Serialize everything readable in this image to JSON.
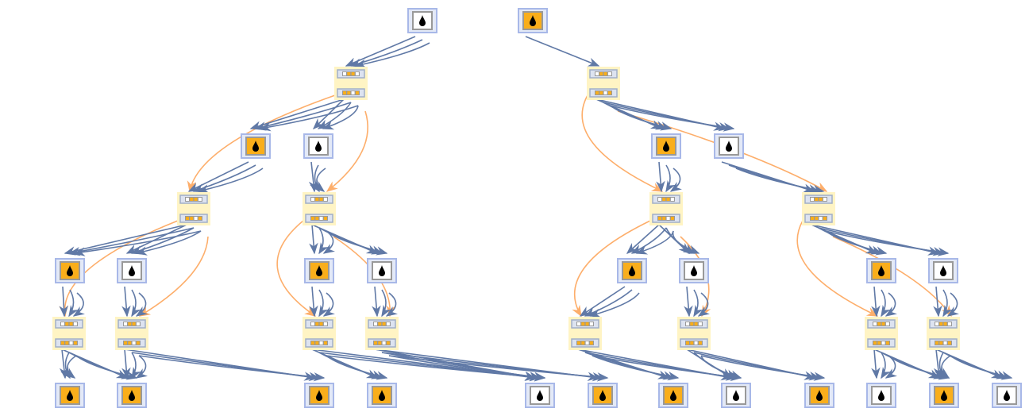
{
  "colors": {
    "cell_orange": "#F9AE1B",
    "cell_white": "#FFFFFF",
    "cell_frame": "#A8B8E8",
    "cell_frame_bg": "#E3E9F7",
    "state_bg": "#FFF4C4",
    "blue_edge": "#6079A6",
    "orange_edge": "#FDAE6B"
  },
  "nodes": {
    "row0": [
      "white",
      "orange"
    ],
    "row1": [
      "state",
      "state"
    ],
    "row2": [
      "orange",
      "white",
      "orange",
      "white"
    ],
    "row3": [
      "state",
      "state",
      "state",
      "state"
    ],
    "row4": [
      "orange",
      "white",
      "orange",
      "white",
      "orange",
      "white",
      "orange",
      "white"
    ],
    "row5": [
      "state",
      "state",
      "state",
      "state",
      "state",
      "state",
      "state",
      "state"
    ],
    "row6": [
      "orange",
      "orange",
      "orange",
      "orange",
      "white",
      "orange",
      "orange",
      "white",
      "orange",
      "white",
      "orange",
      "white"
    ]
  },
  "icons": {
    "cell": "drop-icon",
    "state": "tape-state-icon"
  }
}
